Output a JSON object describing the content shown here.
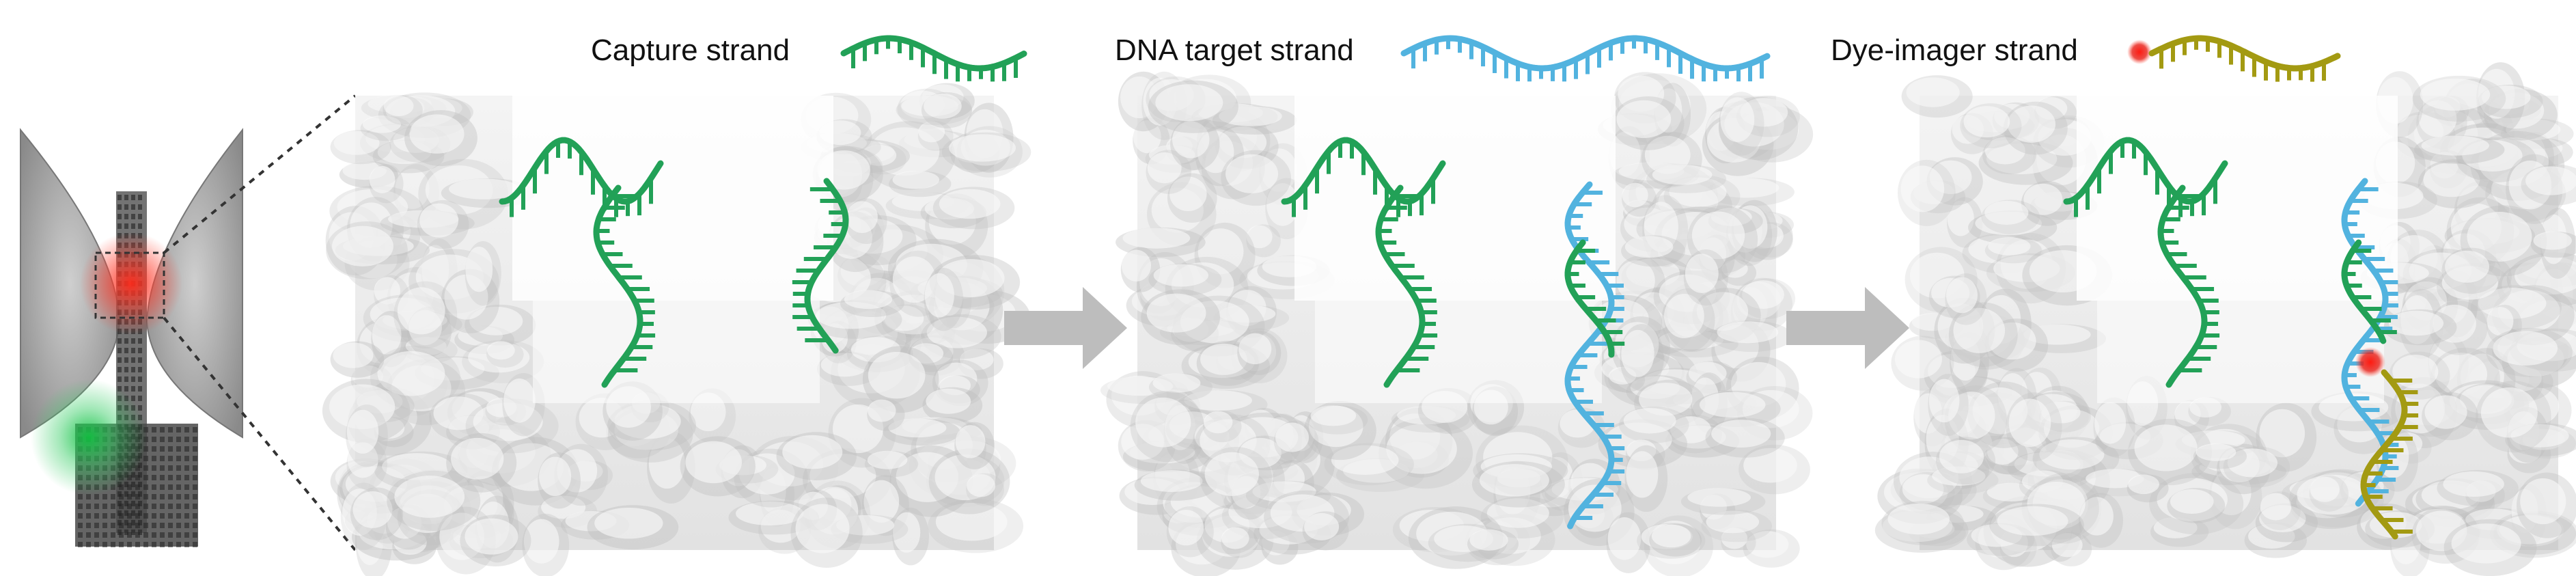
{
  "legend": {
    "capture": {
      "label": "Capture strand"
    },
    "target": {
      "label": "DNA target strand"
    },
    "imager": {
      "label": "Dye-imager strand"
    }
  },
  "colors": {
    "capture_strand": "#22a157",
    "target_strand": "#52b3df",
    "imager_strand": "#a39a12",
    "dye": "#e0201d",
    "arrow": "#bdbdbd",
    "surface": "#eeeeee",
    "surface_shadow": "#bfbfbf",
    "zoom_lines": "#333333"
  },
  "panels": [
    {
      "id": "capture-only",
      "strands": [
        "capture"
      ]
    },
    {
      "id": "target-bound",
      "strands": [
        "capture",
        "target"
      ]
    },
    {
      "id": "imager-bound",
      "strands": [
        "capture",
        "target",
        "imager"
      ]
    }
  ],
  "icons": [
    "flow-arrow-icon",
    "dye-dot-icon",
    "dna-helix-icon"
  ]
}
